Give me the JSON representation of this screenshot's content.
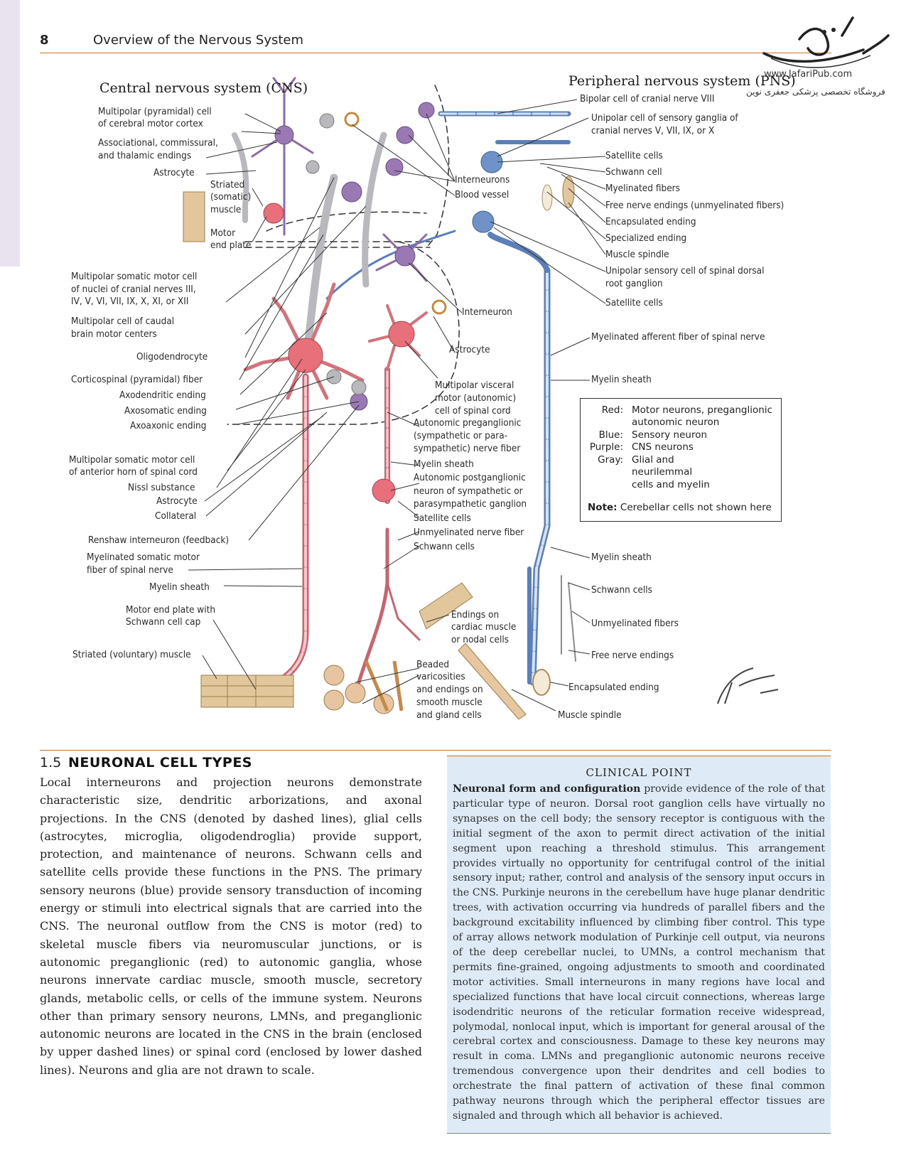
{
  "header": {
    "page_number": "8",
    "running_title": "Overview of the Nervous System",
    "watermark_url": "www.JafariPub.com",
    "watermark_persian": "فروشگاه تخصصی پزشکی جعفری نوین"
  },
  "figure": {
    "cns_heading": "Central nervous system (CNS)",
    "pns_heading": "Peripheral nervous system (PNS)",
    "left_labels": [
      "Multipolar (pyramidal) cell",
      "of cerebral motor cortex",
      "Associational, commissural,",
      "and thalamic endings",
      "Astrocyte",
      "Striated",
      "(somatic)",
      "muscle",
      "Motor",
      "end plate",
      "Multipolar somatic motor cell",
      "of nuclei of cranial nerves III,",
      "IV, V, VI, VII, IX, X, XI, or XII",
      "Multipolar cell of caudal",
      "brain motor centers",
      "Oligodendrocyte",
      "Corticospinal (pyramidal) fiber",
      "Axodendritic ending",
      "Axosomatic ending",
      "Axoaxonic ending",
      "Multipolar somatic motor cell",
      "of anterior horn of spinal cord",
      "Nissl substance",
      "Astrocyte",
      "Collateral",
      "Renshaw interneuron (feedback)",
      "Myelinated somatic motor",
      "fiber of spinal nerve",
      "Myelin sheath",
      "Motor end plate with",
      "Schwann cell cap",
      "Striated (voluntary) muscle"
    ],
    "center_labels": [
      "Interneurons",
      "Blood vessel",
      "Interneuron",
      "Astrocyte",
      "Multipolar visceral",
      "motor (autonomic)",
      "cell of spinal cord",
      "Autonomic preganglionic",
      "(sympathetic or para-",
      "sympathetic) nerve fiber",
      "Myelin sheath",
      "Autonomic postganglionic",
      "neuron of sympathetic or",
      "parasympathetic ganglion",
      "Satellite cells",
      "Unmyelinated nerve fiber",
      "Schwann cells",
      "Endings on",
      "cardiac muscle",
      "or nodal cells",
      "Beaded",
      "varicosities",
      "and endings on",
      "smooth muscle",
      "and gland cells"
    ],
    "right_labels": [
      "Bipolar cell of cranial nerve VIII",
      "Unipolar cell of sensory ganglia of",
      "cranial nerves V, VII, IX, or X",
      "Satellite cells",
      "Schwann cell",
      "Myelinated fibers",
      "Free nerve endings (unmyelinated fibers)",
      "Encapsulated ending",
      "Specialized ending",
      "Muscle spindle",
      "Unipolar sensory cell of spinal dorsal",
      "root ganglion",
      "Satellite cells",
      "Myelinated afferent fiber of spinal nerve",
      "Myelin sheath",
      "Myelin sheath",
      "Schwann cells",
      "Unmyelinated fibers",
      "Free nerve endings",
      "Encapsulated ending",
      "Muscle spindle"
    ],
    "key": {
      "rows": [
        {
          "k": "Red:",
          "v": "Motor neurons, preganglionic"
        },
        {
          "k": "",
          "v": "autonomic neuron"
        },
        {
          "k": "Blue:",
          "v": "Sensory neuron"
        },
        {
          "k": "Purple:",
          "v": "CNS neurons"
        },
        {
          "k": "Gray:",
          "v": "Glial and"
        },
        {
          "k": "",
          "v": "neurilemmal"
        },
        {
          "k": "",
          "v": "cells and myelin"
        }
      ],
      "note_label": "Note:",
      "note_text": "Cerebellar cells not shown here"
    },
    "colors": {
      "motor": "#e8707a",
      "sensory": "#6f93c8",
      "cns": "#9a78b4",
      "glial": "#b9b9bd",
      "muscle": "#e3c79c",
      "accent_rule": "#c8741e"
    }
  },
  "section": {
    "number": "1.5",
    "title": "NEURONAL CELL TYPES",
    "body": "Local interneurons and projection neurons demonstrate characteristic size, dendritic arborizations, and axonal projections. In the CNS (denoted by dashed lines), glial cells (astrocytes, microglia, oligodendroglia) provide support, protection, and maintenance of neurons. Schwann cells and satellite cells provide these functions in the PNS. The primary sensory neurons (blue) provide sensory transduction of incoming energy or stimuli into electrical signals that are carried into the CNS. The neuronal outflow from the CNS is motor (red) to skeletal muscle fibers via neuromuscular junctions, or is autonomic preganglionic (red) to autonomic ganglia, whose neurons innervate cardiac muscle, smooth muscle, secretory glands, metabolic cells, or cells of the immune system. Neurons other than primary sensory neurons, LMNs, and preganglionic autonomic neurons are located in the CNS in the brain (enclosed by upper dashed lines) or spinal cord (enclosed by lower dashed lines). Neurons and glia are not drawn to scale."
  },
  "clinical_point": {
    "title": "CLINICAL POINT",
    "lead": "Neuronal form and configuration",
    "text": " provide evidence of the role of that particular type of neuron. Dorsal root ganglion cells have virtually no synapses on the cell body; the sensory receptor is contiguous with the initial segment of the axon to permit direct activation of the initial segment upon reaching a threshold stimulus. This arrangement provides virtually no opportunity for centrifugal control of the initial sensory input; rather, control and analysis of the sensory input occurs in the CNS. Purkinje neurons in the cerebellum have huge planar dendritic trees, with activation occurring via hundreds of parallel fibers and the background excitability influenced by climbing fiber control. This type of array allows network modulation of Purkinje cell output, via neurons of the deep cerebellar nuclei, to UMNs, a control mechanism that permits fine-grained, ongoing adjustments to smooth and coordinated motor activities. Small interneurons in many regions have local and specialized functions that have local circuit connections, whereas large isodendritic neurons of the reticular formation receive widespread, polymodal, nonlocal input, which is important for general arousal of the cerebral cortex and consciousness. Damage to these key neurons may result in coma. LMNs and preganglionic autonomic neurons receive tremendous convergence upon their dendrites and cell bodies to orchestrate the final pattern of activation of these final common pathway neurons through which the peripheral effector tissues are signaled and through which all behavior is achieved."
  }
}
